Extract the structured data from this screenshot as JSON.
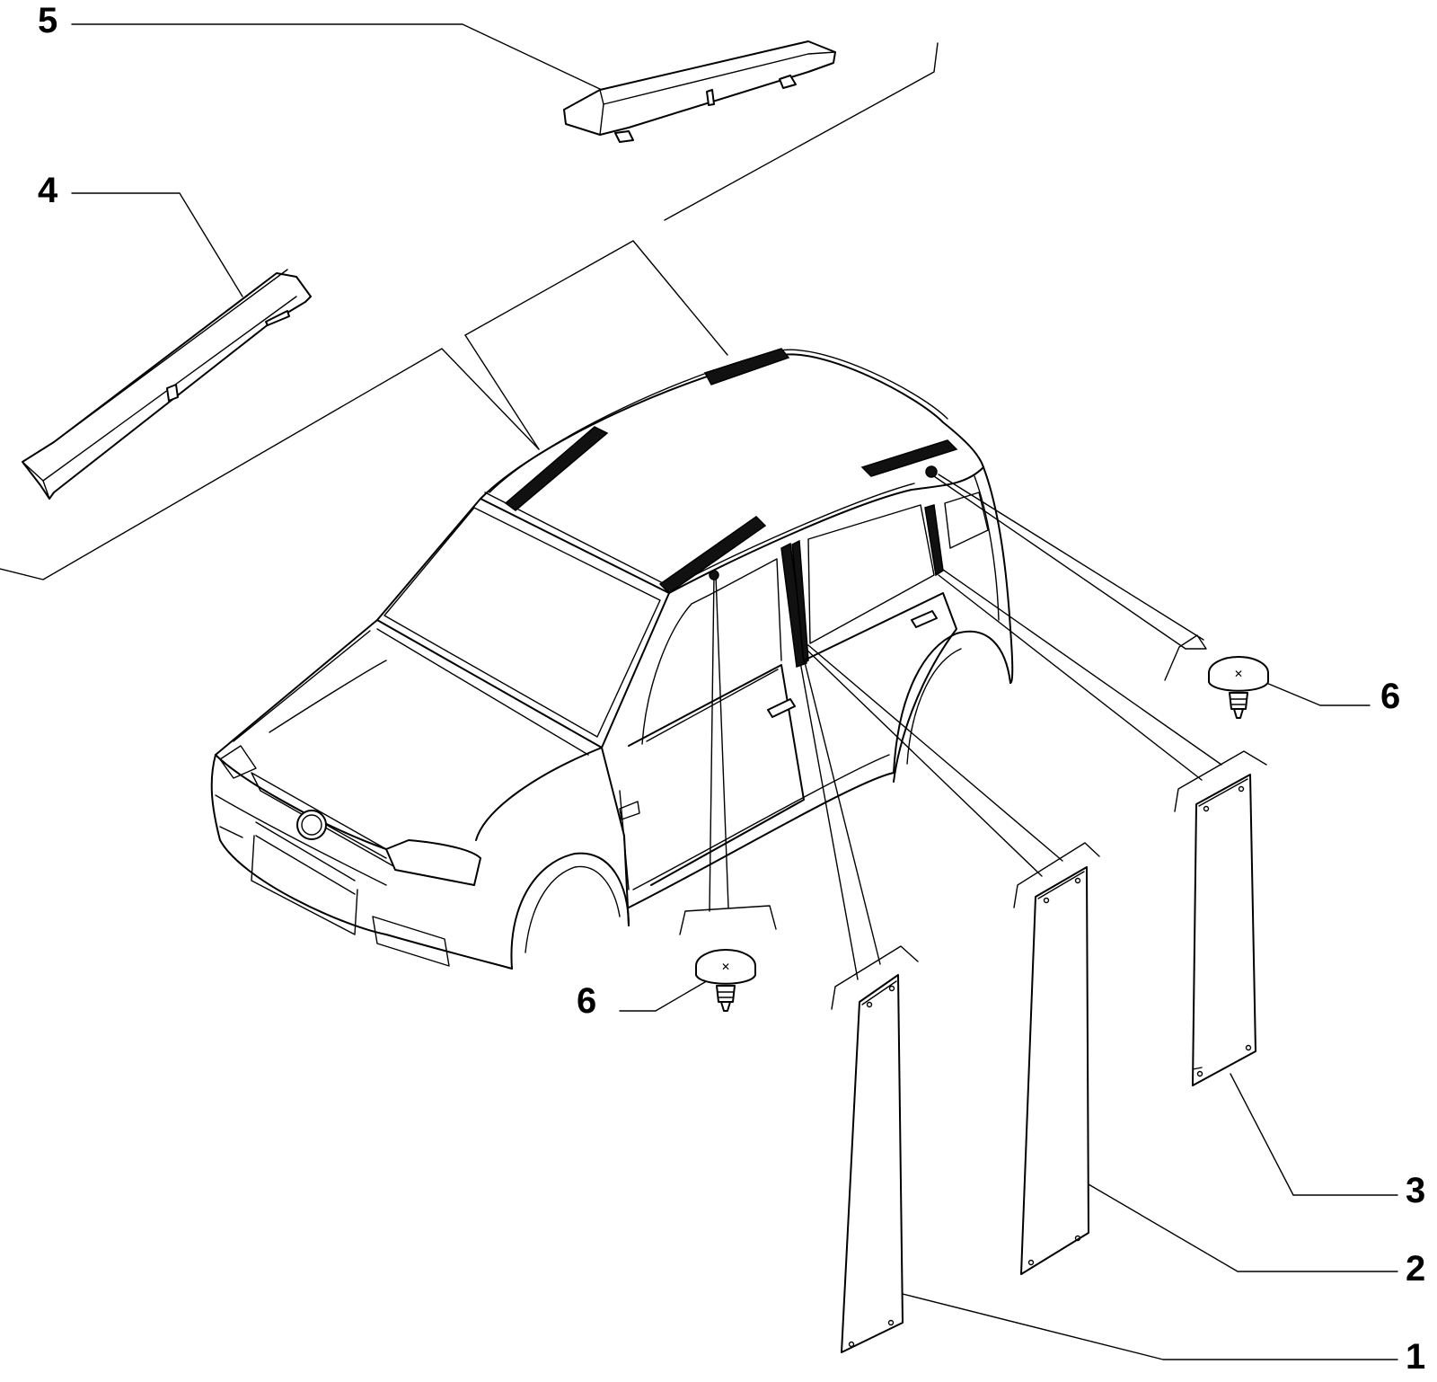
{
  "callouts": {
    "c1": "1",
    "c2": "2",
    "c3": "3",
    "c4": "4",
    "c5": "5",
    "c6a": "6",
    "c6b": "6"
  },
  "icons": {
    "car_body": "car-body-outline",
    "roof_trim": "roof-trim-strip",
    "pillar_cover": "pillar-cover-panel",
    "fastener": "push-clip-fastener"
  },
  "colors": {
    "line": "#000000",
    "background": "#ffffff"
  }
}
